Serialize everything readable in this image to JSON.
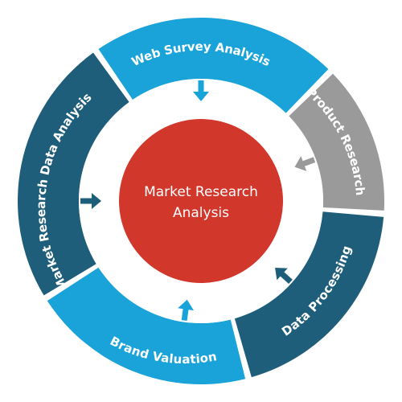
{
  "center": {
    "line1": "Market Research",
    "line2": "Analysis",
    "color": "#d2372c"
  },
  "segments": [
    {
      "id": "web-survey",
      "label": "Web Survey Analysis",
      "color": "#1aa3d9"
    },
    {
      "id": "product-research",
      "label": "Product Research",
      "color": "#9a9a9a"
    },
    {
      "id": "data-processing",
      "label": "Data Processing",
      "color": "#1f5e7a"
    },
    {
      "id": "brand-valuation",
      "label": "Brand Valuation",
      "color": "#1aa3d9"
    },
    {
      "id": "market-research-data",
      "label": "Market Research Data Analysis",
      "color": "#1f5e7a"
    }
  ],
  "colors": {
    "ring_gap": "#ffffff",
    "inner_disc": "#ffffff"
  },
  "icons": {
    "arrow": "arrow-icon"
  }
}
